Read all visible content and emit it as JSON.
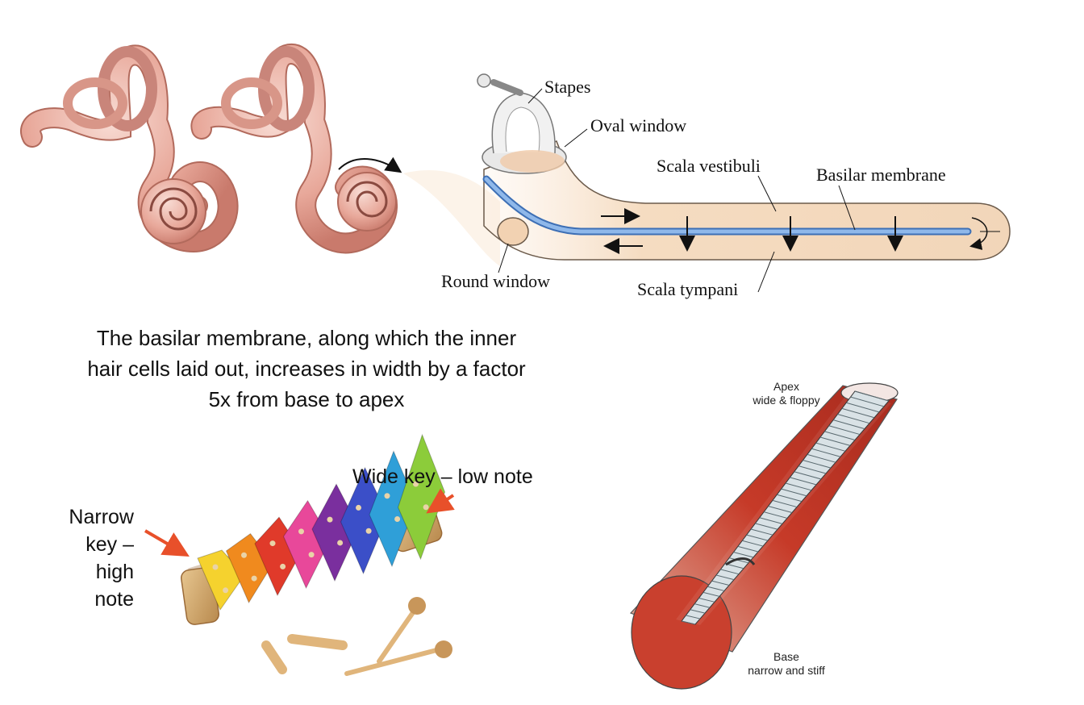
{
  "cochlea_diagram": {
    "labels": {
      "stapes": "Stapes",
      "oval_window": "Oval window",
      "scala_vestibuli": "Scala vestibuli",
      "basilar_membrane": "Basilar membrane",
      "round_window": "Round window",
      "scala_tympani": "Scala tympani"
    }
  },
  "caption": {
    "line1": "The basilar membrane, along which the inner",
    "line2": "hair cells laid out, increases in width by a factor",
    "line3": "5x from base to apex"
  },
  "xylophone": {
    "wide_key_label": "Wide key – low note",
    "narrow_key_label": [
      "Narrow",
      "key –",
      "high",
      "note"
    ],
    "key_colors": [
      "#f5d22e",
      "#f08a1e",
      "#e03a2a",
      "#e8489a",
      "#7a2f9e",
      "#3b4fc8",
      "#2f9fd8",
      "#8ccc3a"
    ],
    "arrow_color": "#e8502a"
  },
  "tube_diagram": {
    "apex_label": [
      "Apex",
      "wide  & floppy"
    ],
    "base_label": [
      "Base",
      "narrow and stiff"
    ],
    "tube_color": "#c0392b"
  }
}
